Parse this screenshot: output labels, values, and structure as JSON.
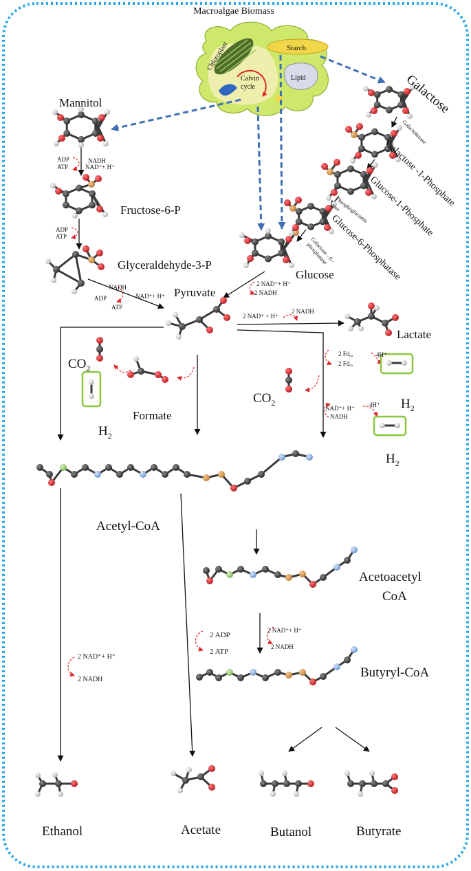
{
  "title": "Macroalgae Biomass",
  "cell": {
    "chloroplast": "Chloroplast",
    "starch": "Starch",
    "calvin_line1": "Calvin",
    "calvin_line2": "cycle",
    "lipid": "Lipid"
  },
  "metabolites": {
    "mannitol": "Mannitol",
    "fructose6p": "Fructose-6-P",
    "g3p": "Glyceraldehyde-3-P",
    "glucose": "Glucose",
    "pyruvate": "Pyruvate",
    "galactose": "Galactose",
    "gal1p": "Galactose -1-Phosphate",
    "glc1p": "Glucose-1-Phosphate",
    "glc6p": "Glucose-6-Phosphatase",
    "lactate": "Lactate",
    "formate": "Formate",
    "acetylcoa": "Acetyl-CoA",
    "acetoacetyl_line1": "Acetoacetyl",
    "acetoacetyl_line2": "CoA",
    "butyrylcoa": "Butyryl-CoA",
    "ethanol": "Ethanol",
    "acetate": "Acetate",
    "butanol": "Butanol",
    "butyrate": "Butyrate",
    "co2_left": "CO",
    "co2_mid": "CO",
    "co2_sub": "2",
    "h2_left": "H",
    "h2_right_top": "H",
    "h2_right": "H",
    "h2_sub": "2"
  },
  "enzymes": {
    "galactokinase": "Galactokinase",
    "phosphoglucomutase_line1": "Phosphoglucomu",
    "phosphoglucomutase_line2": "tase",
    "gal6p_line1": "Galactose - 6 -",
    "gal6p_line2": "phosphatase"
  },
  "cofactors": {
    "mannitol_adp": "ADP",
    "mannitol_atp": "ATP",
    "mannitol_nadh": "NADH",
    "mannitol_nad": "NAD⁺+ H⁺",
    "fructose_adp": "ADP",
    "fructose_atp": "ATP",
    "g3p_nadh": "NADH",
    "g3p_adp": "ADP",
    "g3p_nad": "NAD⁺+ H⁺",
    "g3p_atp": "ATP",
    "glucose_nad": "2 NAD⁺+ H⁺",
    "glucose_nadh": "2 NADH",
    "lactate_nad": "2 NAD⁺ + H⁺",
    "lactate_nadh": "2 NADH",
    "fd_ox": "2 Fdₒₓ",
    "fd_red": "2 Fdₒₓ",
    "h4_top": "4H⁺",
    "nad_h": "NAD⁺+ H⁺",
    "nadh": "NADH",
    "h4_bottom": "4H⁺",
    "acetate_adp": "2 ADP",
    "acetate_atp": "2 ATP",
    "butyryl_nad": "2 NAD⁺+ H⁺",
    "butyryl_nadh": "2 NADH",
    "ethanol_nad": "2 NAD⁺+ H⁺",
    "ethanol_nadh": "2 NADH"
  },
  "colors": {
    "border": "#2aa6e8",
    "dashed_arrow": "#3f6fb5",
    "cofactor_arrow": "#e0262b",
    "cell_fill": "#cde86a",
    "starch_fill": "#f2d64a",
    "h2_box": "#8cc63f",
    "carbon": "#3a3a3a",
    "oxygen": "#d8262b",
    "hydrogen": "#d6d6d6",
    "phosphorus": "#d9a05b",
    "nitrogen": "#8fb4e3",
    "sulfur": "#9fd27a"
  }
}
